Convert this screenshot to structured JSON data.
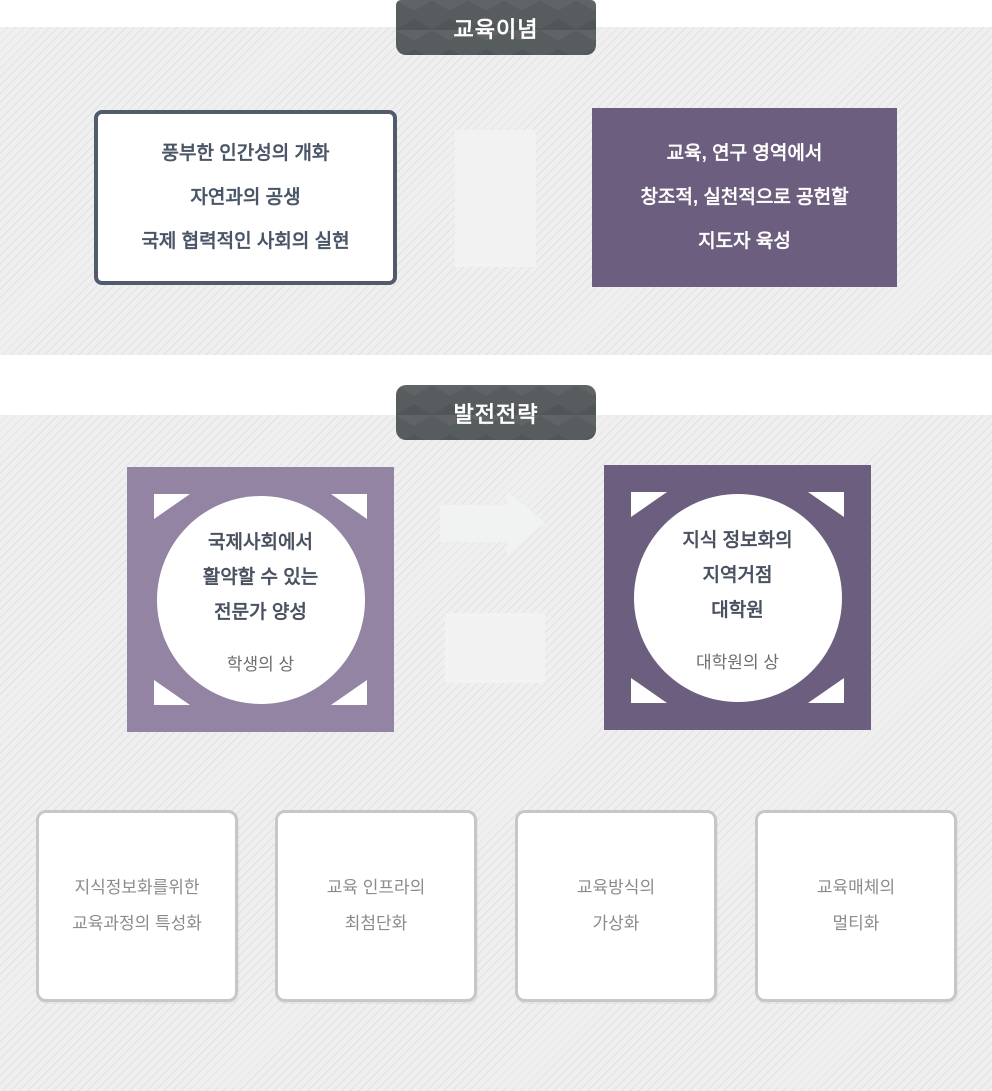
{
  "colors": {
    "badge_bg": "#575c5e",
    "stripe_bg": "#efefef",
    "stripe_line": "#e2e2e2",
    "outline_box_border": "#515b6b",
    "dark_purple": "#6b5e7e",
    "light_purple": "#9384a3",
    "connector_fill": "#f2f2f2",
    "dark_text": "#4a5261",
    "gray_text": "#8b8b8b",
    "white": "#ffffff"
  },
  "section1": {
    "badge_label": "교육이념",
    "left_box": {
      "lines": [
        "풍부한 인간성의 개화",
        "자연과의 공생",
        "국제 협력적인 사회의 실현"
      ]
    },
    "right_box": {
      "lines": [
        "교육, 연구 영역에서",
        "창조적, 실천적으로 공헌할",
        "지도자 육성"
      ]
    }
  },
  "section2": {
    "badge_label": "발전전략",
    "left_card": {
      "lines": [
        "국제사회에서",
        "활약할 수 있는",
        "전문가 양성"
      ],
      "caption": "학생의 상"
    },
    "right_card": {
      "lines": [
        "지식 정보화의",
        "지역거점",
        "대학원"
      ],
      "caption": "대학원의 상"
    },
    "strategy_boxes": [
      {
        "lines": [
          "지식정보화를위한",
          "교육과정의 특성화"
        ]
      },
      {
        "lines": [
          "교육 인프라의",
          "최첨단화"
        ]
      },
      {
        "lines": [
          "교육방식의",
          "가상화"
        ]
      },
      {
        "lines": [
          "교육매체의",
          "멀티화"
        ]
      }
    ]
  }
}
